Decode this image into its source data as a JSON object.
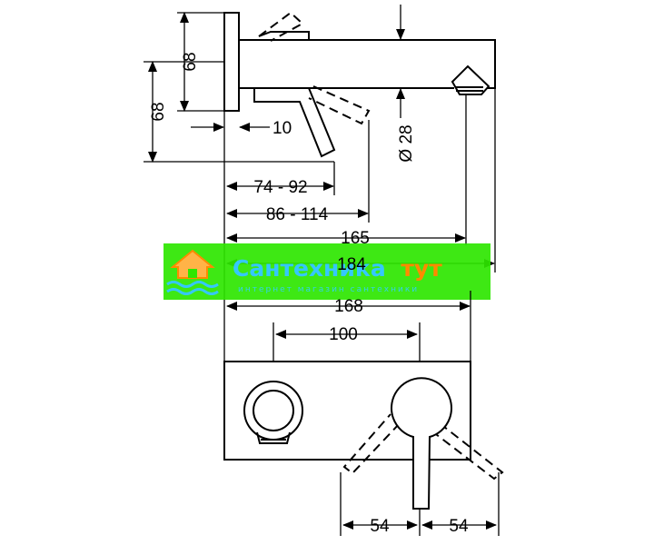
{
  "dimensions": {
    "flange_height": "68",
    "overall_height": "68",
    "flange_thickness": "10",
    "spout_diameter": "Ø 28",
    "lever_reach": "74 - 92",
    "lever_reach_open": "86 - 114",
    "spout_length": "165",
    "total_length": "184",
    "plate_width": "168",
    "center_distance": "100",
    "lever_swing_left": "54",
    "lever_swing_right": "54"
  },
  "watermark": {
    "title_part1": "Сантехника",
    "title_part2": "тут",
    "subtitle": "интернет магазин сантехники",
    "bg_color": "#2ee600",
    "title_color": "#35c7ff",
    "accent_color": "#ff8a00",
    "logo_icon": "house-waves-icon"
  }
}
